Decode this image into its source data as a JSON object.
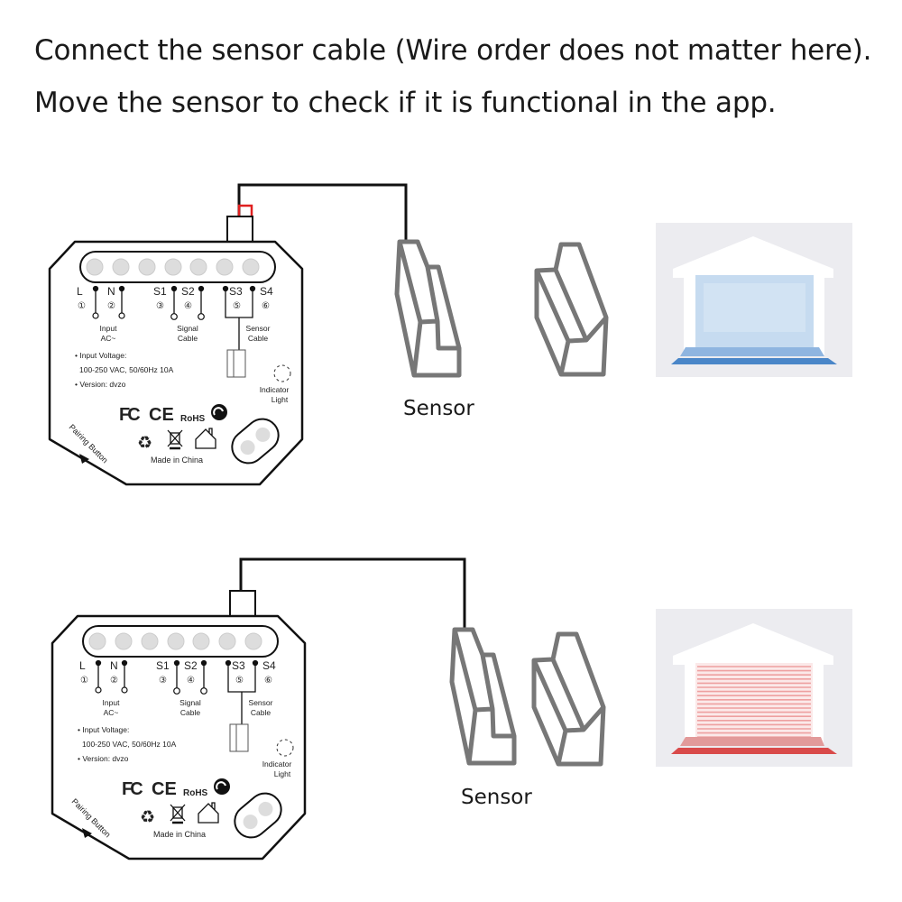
{
  "instructions": {
    "line1": "Connect the sensor cable (Wire order does not matter here).",
    "line2": "Move the sensor to check if it is functional in the app."
  },
  "device": {
    "terminals": [
      "L",
      "N",
      "S1",
      "S2",
      "S3",
      "S4"
    ],
    "terminal_numbers": [
      "①",
      "②",
      "③",
      "④",
      "⑤",
      "⑥"
    ],
    "input_label": [
      "Input",
      "AC~"
    ],
    "signal_label": [
      "Signal",
      "Cable"
    ],
    "sensor_cable_label": [
      "Sensor",
      "Cable"
    ],
    "voltage_heading": "• Input Voltage:",
    "voltage_value": "100-250 VAC, 50/60Hz 10A",
    "version": "• Version: dvzo",
    "indicator_label": [
      "Indicator",
      "Light"
    ],
    "cert_marks": [
      "FC",
      "CE",
      "RoHS"
    ],
    "pairing_button": "Pairing Button",
    "made_in": "Made in China"
  },
  "panels": [
    {
      "sensor_label": "Sensor",
      "sensor_state": "closed-apart",
      "garage_state": "open",
      "garage_color": "#4a86c8"
    },
    {
      "sensor_label": "Sensor",
      "sensor_state": "together",
      "garage_state": "closed",
      "garage_color": "#d94a4a"
    }
  ],
  "colors": {
    "wire_black": "#111111",
    "wire_red": "#e02020",
    "sensor_stroke": "#777777",
    "garage_bg": "#ececf0"
  }
}
